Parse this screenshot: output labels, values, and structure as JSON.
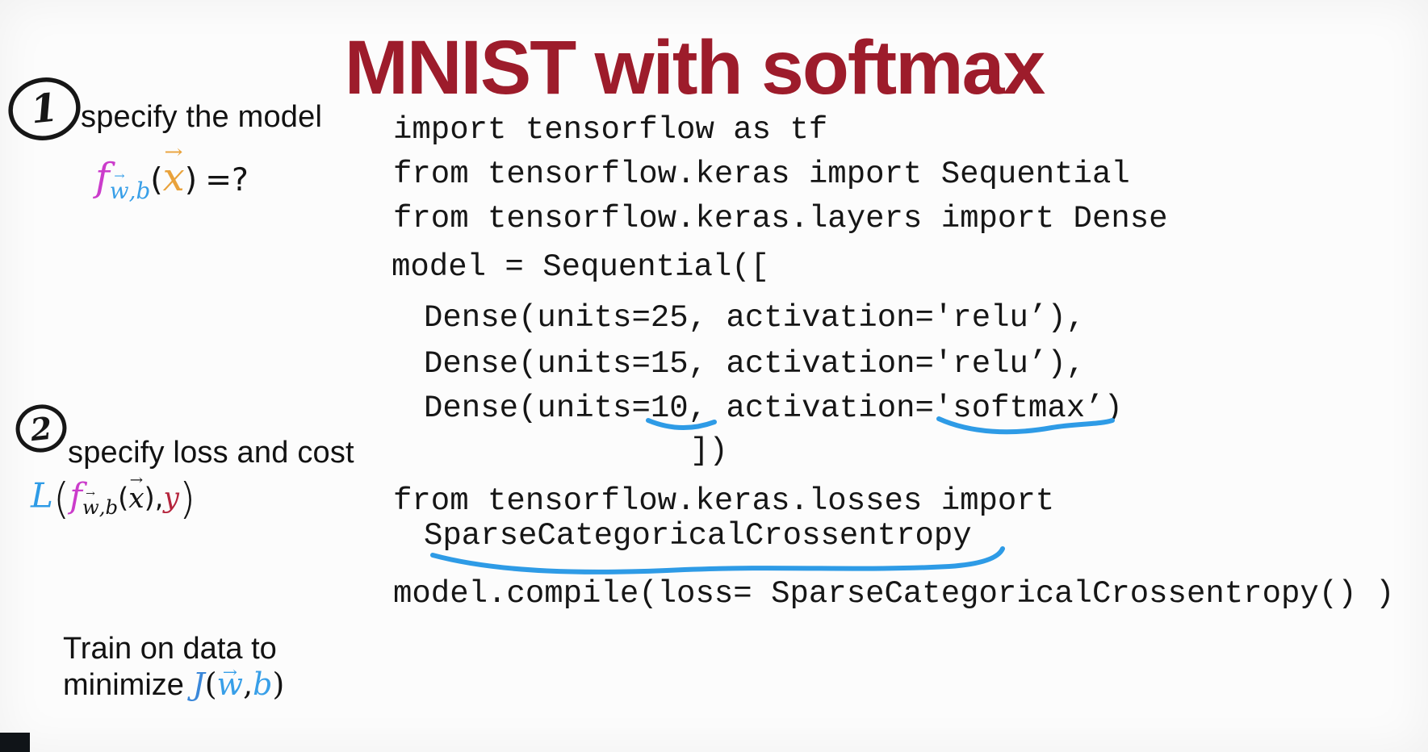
{
  "slide": {
    "title": "MNIST with softmax",
    "title_color": "#9d1c2b",
    "underline_color": "#2e9be6",
    "background_color": "#fcfcfc"
  },
  "steps": {
    "step1": {
      "number": "1",
      "label": "specify the model"
    },
    "step2": {
      "number": "2",
      "label": "specify loss and cost"
    },
    "step3": {
      "line1": "Train on data to",
      "line2_prefix": "minimize "
    }
  },
  "formulas": {
    "model": {
      "f": "f",
      "w": "w",
      "b": ",b",
      "open": "(",
      "x": "x",
      "close": ")",
      "equals": "=?"
    },
    "loss": {
      "L": "L",
      "open": "(",
      "f": "f",
      "w": "w",
      "b": ",b",
      "inner_open": "(",
      "x": "x",
      "inner_close": ")",
      "comma": ",",
      "y": "y",
      "close": ")"
    },
    "cost": {
      "J": "J",
      "open": "(",
      "w": "w",
      "comma": ",",
      "b": "b",
      "close": ")"
    }
  },
  "code": {
    "lines": [
      "import tensorflow as tf",
      "from tensorflow.keras import Sequential",
      "from tensorflow.keras.layers import Dense",
      "model = Sequential([",
      "Dense(units=25, activation='relu’),",
      "Dense(units=15, activation='relu’),",
      "Dense(units=10, activation='softmax’)",
      "])",
      "from tensorflow.keras.losses import",
      "SparseCategoricalCrossentropy",
      "model.compile(loss= SparseCategoricalCrossentropy() )"
    ],
    "annotations": [
      "blue underline under 10,",
      "blue underline under softmax’",
      "blue underline under SparseCategoricalCrossentropy"
    ]
  }
}
